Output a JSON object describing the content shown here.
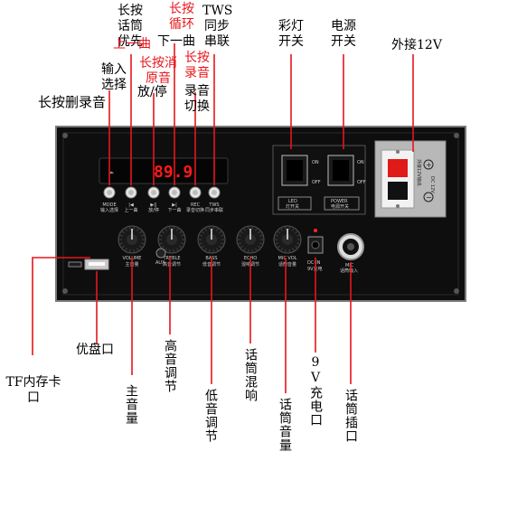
{
  "colors": {
    "annotation_red": "#e8161b",
    "panel": "#0e0e0e",
    "panel_border": "#7a7a7a",
    "display_red": "#ff1a1a",
    "callout_line": "#e8161b"
  },
  "panel": {
    "display_value": "89.9",
    "buttons": [
      {
        "en": "MODE",
        "cn": "输入选择"
      },
      {
        "en": "|◀",
        "cn": "上一曲"
      },
      {
        "en": "▶||",
        "cn": "放/停"
      },
      {
        "en": "▶|",
        "cn": "下一曲"
      },
      {
        "en": "REC",
        "cn": "录音切换"
      },
      {
        "en": "TWS",
        "cn": "同步串联"
      }
    ],
    "knobs": [
      {
        "en": "VOLUME",
        "cn": "主音量"
      },
      {
        "en": "TREBLE",
        "cn": "高音调节"
      },
      {
        "en": "BASS",
        "cn": "低音调节"
      },
      {
        "en": "ECHO",
        "cn": "混响调节"
      },
      {
        "en": "MIC VOL",
        "cn": "话筒音量"
      }
    ],
    "aux": {
      "en": "AUX",
      "cn": "音频输入"
    },
    "dc": {
      "en": "DC-IN",
      "cn": "9V充电"
    },
    "mic": {
      "en": "MIC",
      "cn": "话筒输入"
    },
    "led_switch": {
      "on": "ON",
      "off": "OFF",
      "en": "LED",
      "cn": "灯开关"
    },
    "power_switch": {
      "on": "ON",
      "off": "OFF",
      "en": "POWER",
      "cn": "电源开关"
    },
    "terminal": {
      "label": "外接12V输出",
      "plus": "+",
      "minus": "−",
      "dc": "DC 12V"
    }
  },
  "annotations": {
    "long_press_mic_priority": "长按话筒优先",
    "prev_track": "上一曲",
    "long_press_loop": "长按循环",
    "next_track": "下一曲",
    "tws_sync": "TWS同步串联",
    "input_select": "输入选择",
    "long_press_delete_rec": "长按删录音",
    "long_press_vocal_cut": "长按消原音",
    "play_pause": "放/停",
    "long_press_record": "长按录音",
    "rec_switch": "录音切换",
    "led_switch": "彩灯开关",
    "power_switch": "电源开关",
    "external_12v": "外接12V",
    "usb_port": "优盘口",
    "tf_slot": "TF内存卡口",
    "main_volume": "主音量",
    "treble": "高音调节",
    "bass": "低音调节",
    "echo": "话筒混响",
    "mic_volume": "话筒音量",
    "charge_9v": "9V充电口",
    "mic_jack": "话筒插口"
  }
}
